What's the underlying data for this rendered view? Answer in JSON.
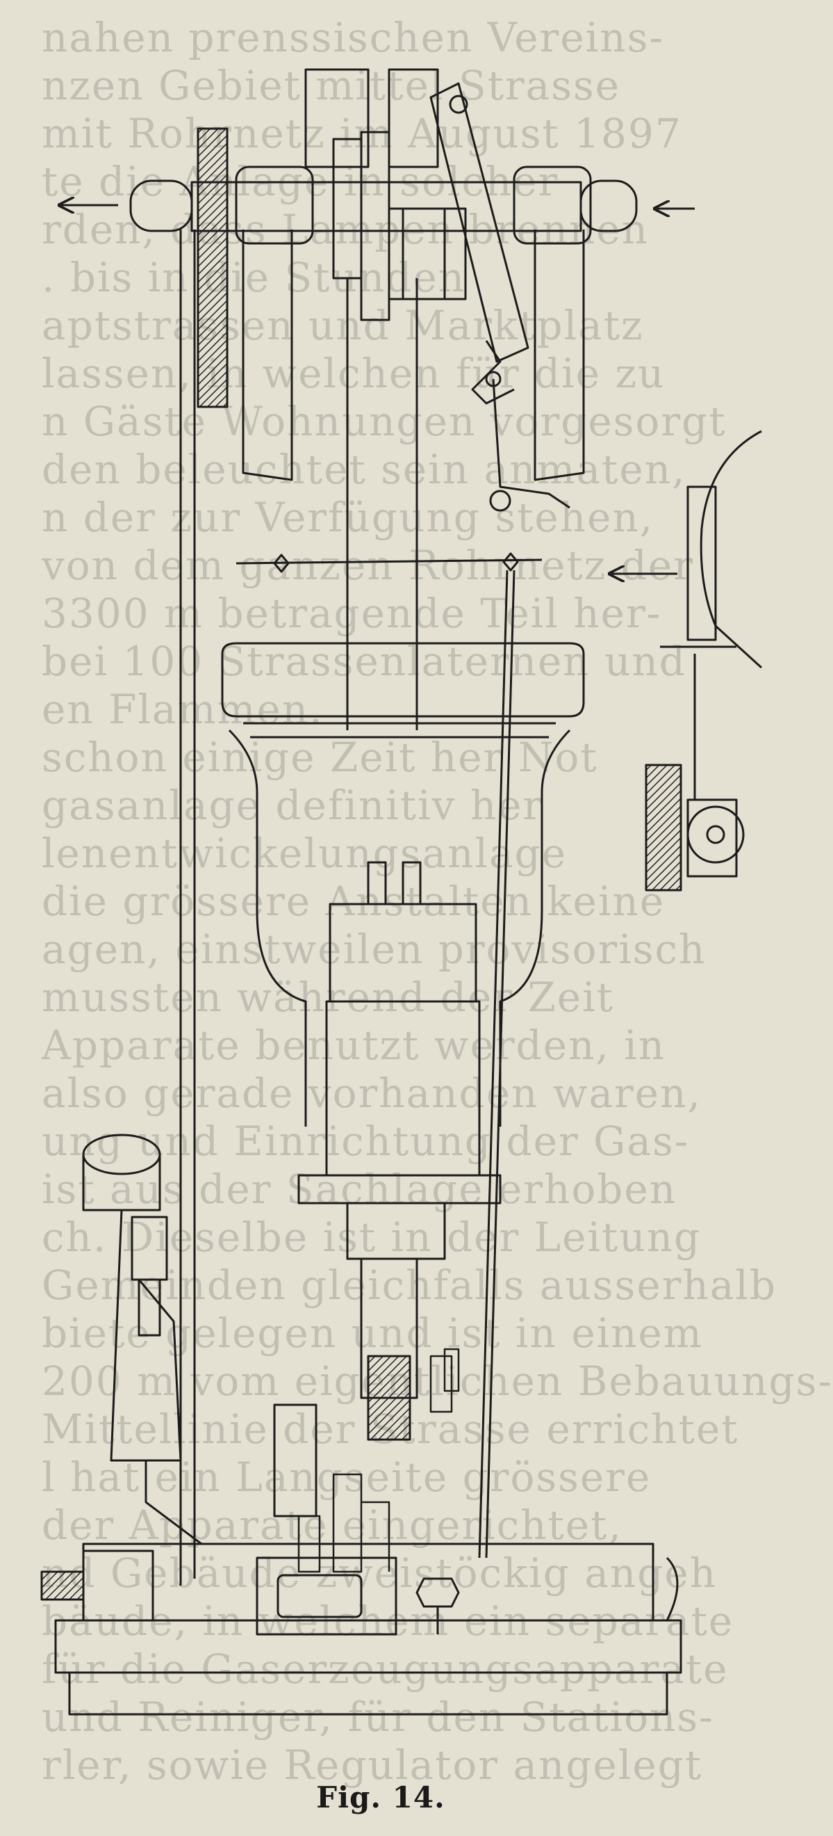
{
  "figure": {
    "caption": "Fig. 14."
  },
  "bleed_through": [
    "nahen prenssischen Vereins-",
    "nzen Gebiet mittel Strasse",
    "mit Rohrnetz im August 1897",
    "te die Anlage in solcher",
    "rden, dass Lampen brennen",
    ". bis in die Stunden",
    "aptstrassen und Marktplatz",
    "lassen, in welchen für die zu",
    "n Gäste Wohnungen vorgesorgt",
    "den beleuchtet sein anmaten,",
    "n der zur Verfügung stehen,",
    "von dem ganzen Rohrnetz der",
    "3300 m betragende Teil her-",
    "bei 100 Strassenlaternen und",
    "en Flammen.",
    "schon einige Zeit her Not",
    "gasanlage definitiv her",
    "lenentwickelungsanlage",
    "die grössere Anstalten keine",
    "agen, einstweilen provisorisch",
    "mussten während der Zeit",
    "Apparate benutzt werden, in",
    "also gerade vorhanden waren,",
    "ung und Einrichtung der Gas-",
    "ist aus der Sachlage erhoben",
    "ch. Dieselbe ist in der Leitung",
    "Gemeinden gleichfalls ausserhalb",
    "biete gelegen und ist in einem",
    "200 m vom eigentlichen Bebauungs-",
    "Mittellinie der Strasse errichtet",
    "l hat ein Langseite grössere",
    "der Apparate eingerichtet,",
    "nd Gebäude zweistöckig angeh",
    "bäude, in welchem ein separate",
    "für die Gaserzeugungsapparate",
    "und Reiniger, für den Stations-",
    "rler, sowie Regulator angelegt"
  ]
}
